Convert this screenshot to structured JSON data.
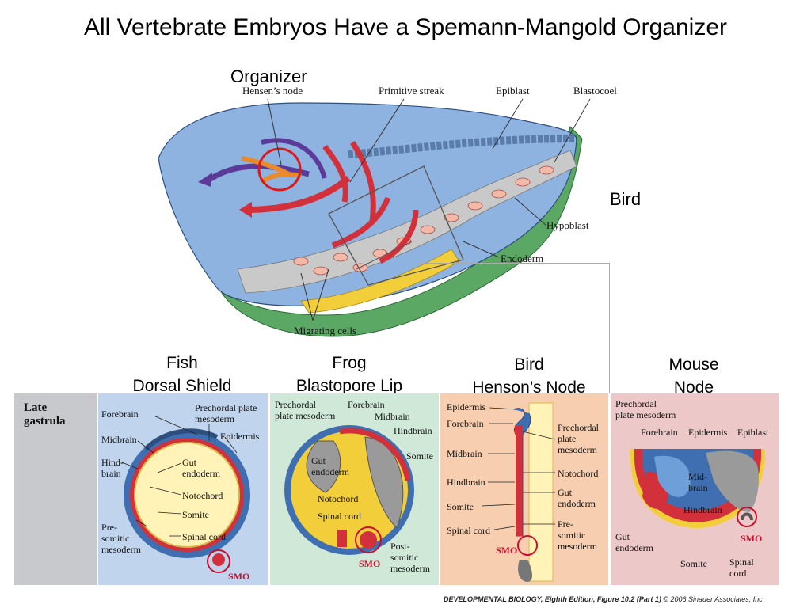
{
  "title": "All Vertebrate Embryos Have a Spemann-Mangold Organizer",
  "bird_top": {
    "organizer": "Organizer",
    "hensens_node": "Hensen’s node",
    "primitive_streak": "Primitive streak",
    "epiblast": "Epiblast",
    "blastocoel": "Blastocoel",
    "hypoblast": "Hypoblast",
    "endoderm": "Endoderm",
    "migrating_cells": "Migrating cells",
    "side_label": "Bird"
  },
  "headers": {
    "fish": {
      "line1": "Fish",
      "line2": "Dorsal Shield"
    },
    "frog": {
      "line1": "Frog",
      "line2": "Blastopore Lip"
    },
    "bird": {
      "line1": "Bird",
      "line2": "Henson’s Node"
    },
    "mouse": {
      "line1": "Mouse",
      "line2": "Node"
    }
  },
  "stage": {
    "line1": "Late",
    "line2": "gastrula"
  },
  "fish": {
    "forebrain": "Forebrain",
    "prechordal_1": "Prechordal plate",
    "prechordal_2": "mesoderm",
    "midbrain": "Midbrain",
    "epidermis": "Epidermis",
    "hind_1": "Hind-",
    "hind_2": "brain",
    "gut_1": "Gut",
    "gut_2": "endoderm",
    "notochord": "Notochord",
    "somite": "Somite",
    "pre_1": "Pre-",
    "pre_2": "somitic",
    "pre_3": "mesoderm",
    "spinal": "Spinal cord",
    "smo": "SMO"
  },
  "frog": {
    "prechordal_1": "Prechordal",
    "prechordal_2": "plate mesoderm",
    "forebrain": "Forebrain",
    "midbrain": "Midbrain",
    "hindbrain": "Hindbrain",
    "gut_1": "Gut",
    "gut_2": "endoderm",
    "somite": "Somite",
    "notochord": "Notochord",
    "spinal": "Spinal cord",
    "smo": "SMO",
    "post_1": "Post-",
    "post_2": "somitic",
    "post_3": "mesoderm"
  },
  "birdp": {
    "epidermis": "Epidermis",
    "forebrain": "Forebrain",
    "prechordal_1": "Prechordal",
    "prechordal_2": "plate",
    "prechordal_3": "mesoderm",
    "midbrain": "Midbrain",
    "notochord": "Notochord",
    "hindbrain": "Hindbrain",
    "gut_1": "Gut",
    "gut_2": "endoderm",
    "somite": "Somite",
    "spinal": "Spinal cord",
    "pre_1": "Pre-",
    "pre_2": "somitic",
    "pre_3": "mesoderm",
    "smo": "SMO"
  },
  "mouse": {
    "prechordal_1": "Prechordal",
    "prechordal_2": "plate mesoderm",
    "forebrain": "Forebrain",
    "epidermis": "Epidermis",
    "epiblast": "Epiblast",
    "mid_1": "Mid-",
    "mid_2": "brain",
    "hindbrain": "Hindbrain",
    "gut_1": "Gut",
    "gut_2": "endoderm",
    "smo": "SMO",
    "somite": "Somite",
    "spinal_1": "Spinal",
    "spinal_2": "cord"
  },
  "footer": {
    "citation": "DEVELOPMENTAL BIOLOGY, Eighth Edition, Figure 10.2 (Part 1)",
    "copyright": "© 2006 Sinauer Associates, Inc."
  },
  "colors": {
    "embryo_blue": "#8fb3e0",
    "ectoderm_green": "#4f9a5a",
    "mesoderm_red": "#d2303a",
    "endoderm_yellow": "#f2cf3a",
    "smo_red": "#c8102e"
  }
}
